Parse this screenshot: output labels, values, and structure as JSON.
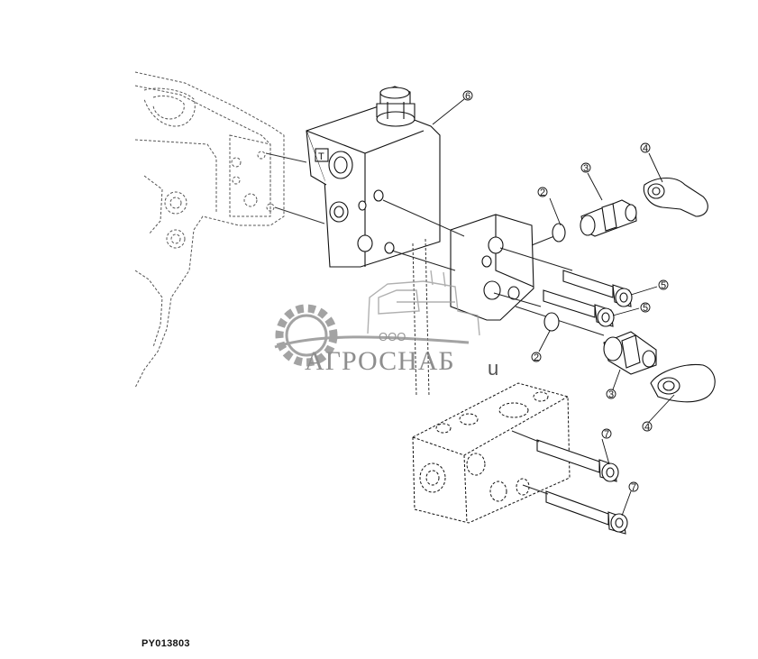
{
  "drawing_id": "PY013803",
  "callouts": [
    "6",
    "2",
    "3",
    "4",
    "5",
    "5",
    "2",
    "3",
    "4",
    "7",
    "7"
  ],
  "valve_block_labels": [
    "T"
  ],
  "watermark": {
    "prefix": "ООО",
    "name": "АГРОСНАБ",
    "suffix": "u"
  }
}
